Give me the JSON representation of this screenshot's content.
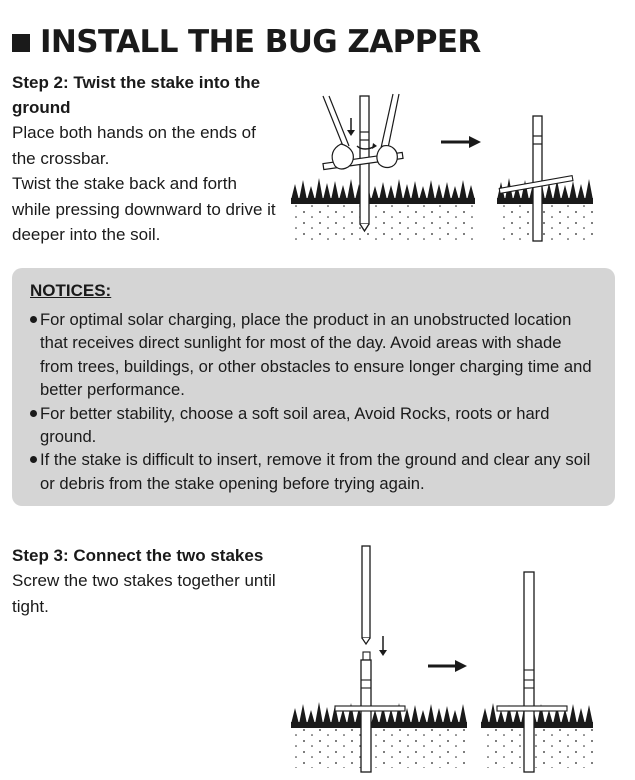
{
  "title": "INSTALL THE BUG ZAPPER",
  "step2": {
    "heading": "Step 2: Twist the stake into the ground",
    "body": "Place both hands on the ends of the crossbar.\nTwist the stake back and forth while pressing downward to drive it deeper into the soil."
  },
  "notices": {
    "heading": "NOTICES:",
    "items": [
      "For optimal solar charging, place the product in an unobstructed location that receives direct sunlight for most of the day. Avoid areas with shade from trees, buildings, or other obstacles to ensure longer charging time and better performance.",
      "For better stability, choose a soft soil area, Avoid Rocks, roots or hard ground.",
      "If the stake is difficult to insert, remove it from the ground and clear any soil or debris from the stake opening before trying again."
    ]
  },
  "step3": {
    "heading": "Step 3: Connect the two stakes",
    "body": "Screw the two stakes together until tight."
  },
  "colors": {
    "text": "#1a1a1a",
    "notice_background": "#d5d5d5"
  },
  "icons": [
    "square-bullet-icon",
    "arrow-right-icon",
    "arrow-down-icon",
    "twist-arrow-icon"
  ]
}
